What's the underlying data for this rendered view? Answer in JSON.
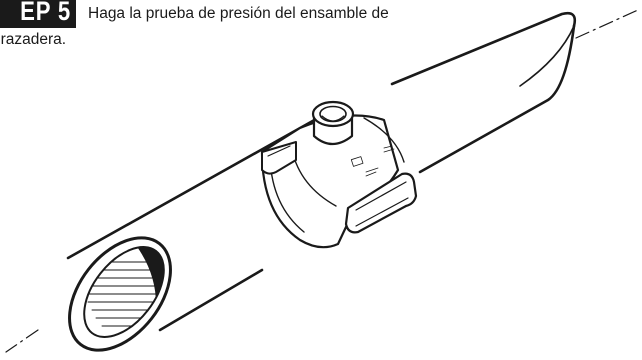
{
  "step": {
    "badge_text": "EP 5",
    "instruction_line1": "Haga la prueba de presión del ensamble de",
    "instruction_line2": "brazadera."
  },
  "figure": {
    "subject": "pipe-with-clamp-saddle-assembly",
    "colors": {
      "ink": "#1a1a1a",
      "paper": "#ffffff"
    }
  }
}
